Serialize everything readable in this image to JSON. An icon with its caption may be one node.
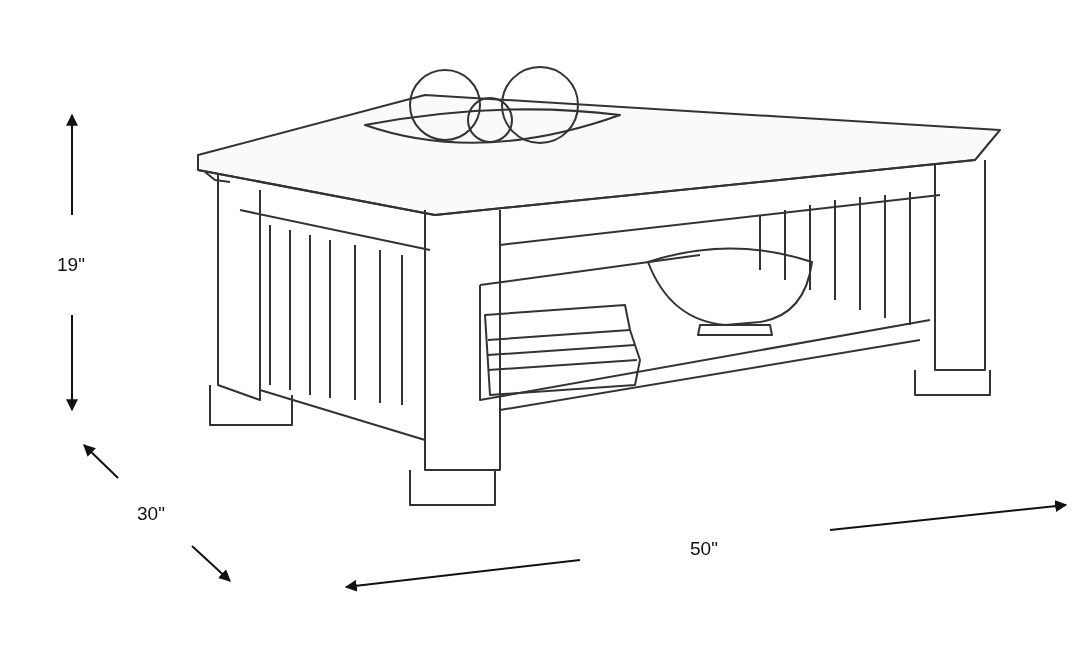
{
  "diagram": {
    "labels": [
      "19\"",
      "30\"",
      "50\""
    ]
  }
}
